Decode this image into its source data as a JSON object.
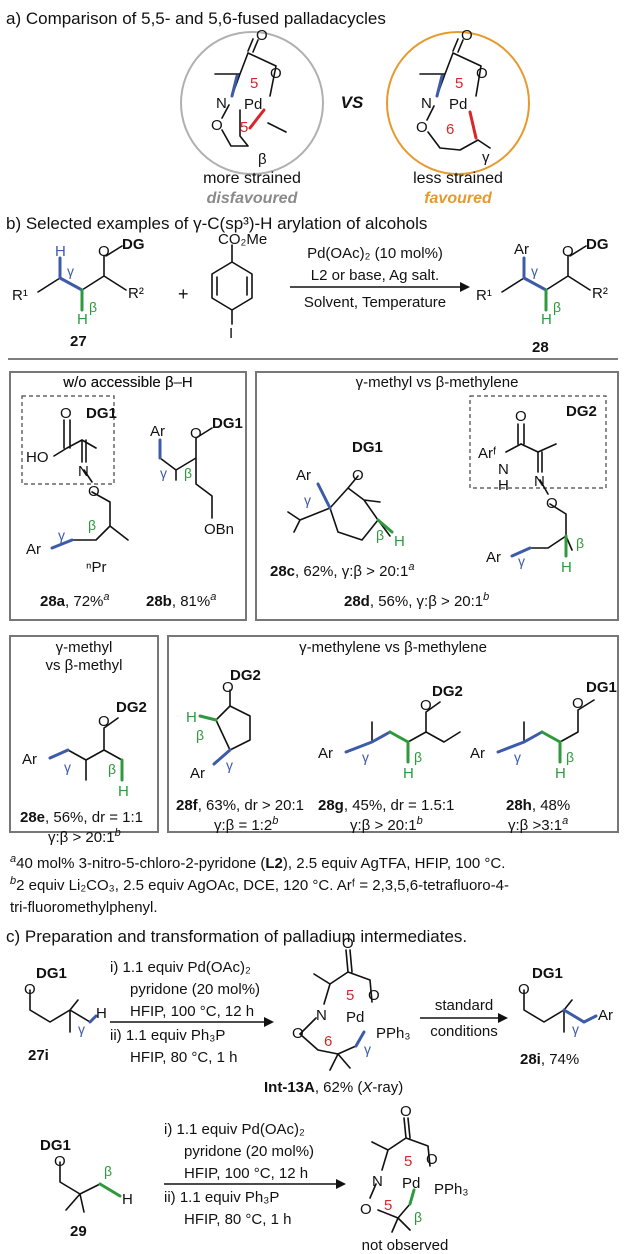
{
  "sections": {
    "a": "a) Comparison of 5,5- and 5,6-fused palladacycles",
    "b": "b) Selected examples of γ-C(sp³)-H arylation of alcohols",
    "c": "c) Preparation and transformation of palladium intermediates."
  },
  "part_a": {
    "left_caption": "more strained",
    "left_verdict": "disfavoured",
    "vs": "VS",
    "right_caption": "less strained",
    "right_verdict": "favoured",
    "ring5": "5",
    "ring6": "6",
    "beta": "β",
    "gamma": "γ",
    "n_atom": "N",
    "pd_atom": "Pd",
    "o_atom": "O"
  },
  "scheme_b": {
    "conditions1": "Pd(OAc)₂ (10 mol%)",
    "conditions2": "L2 or base, Ag salt.",
    "conditions3": "Solvent, Temperature",
    "sm_label": "27",
    "prod_label": "28",
    "co2me": "CO₂Me",
    "iodo": "I",
    "plus": "+",
    "dg": "DG",
    "r1": "R¹",
    "r2": "R²",
    "h": "H",
    "o": "O",
    "ar": "Ar"
  },
  "boxes": {
    "box1_title": "w/o accessible β–H",
    "box2_title": "γ-methyl vs β-methylene",
    "box3_title1": "γ-methyl",
    "box3_title2": "vs β-methyl",
    "box4_title": "γ-methylene vs β-methylene",
    "dg1": "DG1",
    "dg2": "DG2",
    "ho": "HO",
    "n": "N",
    "npr": "ⁿPr",
    "obn": "OBn",
    "arf": "Arᶠ",
    "nh": "H"
  },
  "compounds": {
    "c28a": {
      "label": "28a",
      "text": ", 72%",
      "note": "a"
    },
    "c28b": {
      "label": "28b",
      "text": ", 81%",
      "note": "a"
    },
    "c28c": {
      "label": "28c",
      "text": ", 62%, γ:β > 20:1",
      "note": "a"
    },
    "c28d": {
      "label": "28d",
      "text": ", 56%, γ:β > 20:1",
      "note": "b"
    },
    "c28e": {
      "label": "28e",
      "text": ", 56%, dr = 1:1",
      "sel": "γ:β > 20:1",
      "note": "b"
    },
    "c28f": {
      "label": "28f",
      "text": ", 63%, dr > 20:1",
      "sel": "γ:β = 1:2",
      "note": "b"
    },
    "c28g": {
      "label": "28g",
      "text": ", 45%, dr = 1.5:1",
      "sel": "γ:β > 20:1",
      "note": "b"
    },
    "c28h": {
      "label": "28h",
      "text": ", 48%",
      "sel": "γ:β >3:1",
      "note": "a"
    }
  },
  "footnotes": {
    "a_mark": "a",
    "a_text1": "40 mol% 3-nitro-5-chloro-2-pyridone (",
    "a_l2": "L2",
    "a_text2": "), 2.5 equiv AgTFA, HFIP, 100 °C.",
    "b_mark": "b",
    "b_text1": "2 equiv Li₂CO₃, 2.5 equiv AgOAc, DCE, 120 °C.  Arᶠ = 2,3,5,6-tetrafluoro-4-",
    "b_text2": "tri-fluoromethylphenyl."
  },
  "part_c": {
    "step1a": "i) 1.1 equiv Pd(OAc)₂",
    "step1b": "pyridone (20 mol%)",
    "step1c": "HFIP, 100 °C, 12 h",
    "step2a": "ii) 1.1 equiv Ph₃P",
    "step2b": "HFIP, 80 °C, 1 h",
    "std1": "standard",
    "std2": "conditions",
    "sm1": "27i",
    "int_label": "Int-13A",
    "int_text": ", 62% (",
    "int_xray": "X",
    "int_text2": "-ray)",
    "prod1": "28i",
    "prod1_text": ", 74%",
    "sm2": "29",
    "not_observed": "not observed",
    "pph3": "PPh₃"
  }
}
